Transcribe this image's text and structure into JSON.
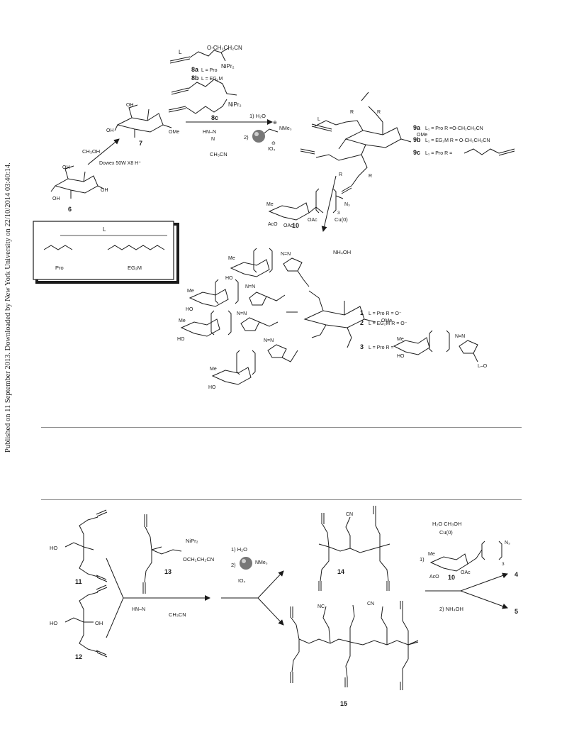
{
  "side_note": "Published on 11 September 2013. Downloaded by New York University on 22/10/2014 03:40:14.",
  "scheme1": {
    "reagent_8a_group": "O-CH₂CH₂CN",
    "reagent_8a_nipr": "NiPr₂",
    "reagent_8a_L": "L",
    "label_8a": "8a",
    "label_8a_text": "L = Pro",
    "label_8b": "8b",
    "label_8b_text": "L = EG₂M",
    "reagent_8c_nipr": "NiPr₂",
    "label_8c": "8c",
    "tetrazole_nh": "HN–N",
    "tetrazole_n": "N",
    "solvent": "CH₃CN",
    "step_1": "1) H₂O",
    "step_2": "2)",
    "nme3": "NMe₃",
    "io4": "IO₄",
    "plus": "⊕",
    "minus": "⊖",
    "ch3oh": "CH₃OH",
    "dowex": "Dowex 50W X8 H⁺",
    "ome": "OMe",
    "oh": "OH",
    "label_7": "7",
    "label_6": "6",
    "box_title": "L",
    "box_pro": "Pro",
    "box_eg2m": "EG₂M",
    "product_9a": "9a",
    "product_9a_text": "L₁ = Pro    R =O-CH₂CH₂CN",
    "product_9b": "9b",
    "product_9b_text": "L₁ = EG₂M R = O-CH₂CH₂CN",
    "product_9c": "9c",
    "product_9c_text": "L₁ = Pro    R =",
    "r_label": "R",
    "l_label": "L",
    "azide_n3": "N₃",
    "sub3": "3",
    "me": "Me",
    "oac": "OAc",
    "aco": "AcO",
    "label_10": "10",
    "cu0": "Cu(0)",
    "nh4oh": "NH₄OH",
    "final_1": "1",
    "final_1_text": "L = Pro    R = O⁻",
    "final_2": "2",
    "final_2_text": "L = EG₂M  R = O⁻",
    "final_3": "3",
    "final_3_text": "L = Pro    R =",
    "triazole_n": "N=N",
    "ho": "HO",
    "l_o": "L–O"
  },
  "scheme2": {
    "ho": "HO",
    "oh": "OH",
    "label_11": "11",
    "label_12": "12",
    "label_13": "13",
    "reagent13_nipr": "NiPr₂",
    "reagent13_ocn": "OCH₂CH₂CN",
    "tetrazole_nh": "HN–N",
    "solvent": "CH₃CN",
    "step_1": "1) H₂O",
    "step_2": "2)",
    "nme3": "NMe₃",
    "io4": "IO₄",
    "label_14": "14",
    "label_15": "15",
    "cn": "CN",
    "nc": "NC",
    "h2o_ch3oh": "H₂O CH₃OH",
    "cu0": "Cu(0)",
    "step2_1": "1)",
    "me": "Me",
    "oac": "OAc",
    "aco": "AcO",
    "n3": "N₃",
    "sub3": "3",
    "label_10": "10",
    "nh4oh": "2) NH₄OH",
    "label_4": "4",
    "label_5": "5"
  }
}
